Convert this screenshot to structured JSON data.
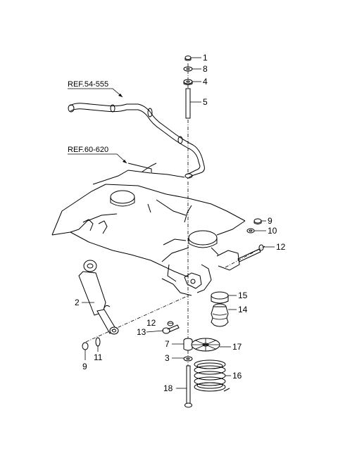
{
  "references": [
    {
      "id": "ref-54",
      "text": "REF.54-555"
    },
    {
      "id": "ref-60",
      "text": "REF.60-620"
    }
  ],
  "callouts": [
    {
      "id": "c1",
      "label": "1"
    },
    {
      "id": "c8",
      "label": "8"
    },
    {
      "id": "c4",
      "label": "4"
    },
    {
      "id": "c5",
      "label": "5"
    },
    {
      "id": "c9a",
      "label": "9"
    },
    {
      "id": "c10",
      "label": "10"
    },
    {
      "id": "c12a",
      "label": "12"
    },
    {
      "id": "c15",
      "label": "15"
    },
    {
      "id": "c14",
      "label": "14"
    },
    {
      "id": "c2",
      "label": "2"
    },
    {
      "id": "c12b",
      "label": "12"
    },
    {
      "id": "c13",
      "label": "13"
    },
    {
      "id": "c7",
      "label": "7"
    },
    {
      "id": "c17",
      "label": "17"
    },
    {
      "id": "c3",
      "label": "3"
    },
    {
      "id": "c16",
      "label": "16"
    },
    {
      "id": "c18",
      "label": "18"
    },
    {
      "id": "c9b",
      "label": "9"
    },
    {
      "id": "c11",
      "label": "11"
    }
  ]
}
